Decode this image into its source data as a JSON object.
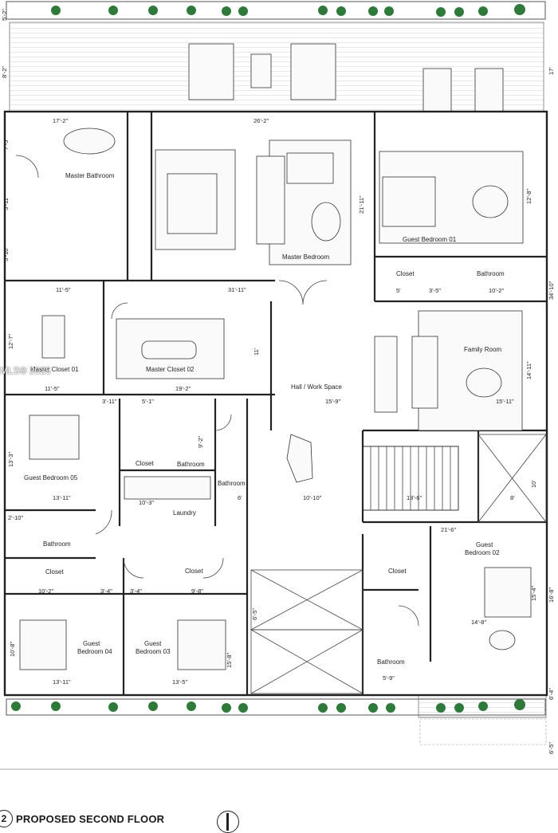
{
  "sheet": {
    "number": "2",
    "title": "PROPOSED SECOND FLOOR",
    "watermark": "MLS® 2025"
  },
  "rooms": {
    "master_bathroom": "Master Bathroom",
    "master_bedroom": "Master Bedroom",
    "guest_bedroom_01": "Guest Bedroom 01",
    "closet_gb01": "Closet",
    "bathroom_gb01": "Bathroom",
    "master_closet_01": "Master Closet 01",
    "master_closet_02": "Master Closet 02",
    "hall": "Hall / Work Space",
    "family_room": "Family Room",
    "guest_bedroom_05": "Guest Bedroom 05",
    "closet_gb05": "Closet",
    "bathroom_gb05": "Bathroom",
    "bathroom_mid": "Bathroom",
    "laundry": "Laundry",
    "bathroom_gb04": "Bathroom",
    "closet_gb04": "Closet",
    "closet_gb03": "Closet",
    "guest_bedroom_04_a": "Guest",
    "guest_bedroom_04_b": "Bedroom 04",
    "guest_bedroom_03_a": "Guest",
    "guest_bedroom_03_b": "Bedroom 03",
    "guest_bedroom_02_a": "Guest",
    "guest_bedroom_02_b": "Bedroom 02",
    "closet_gb02": "Closet",
    "bathroom_gb02": "Bathroom"
  },
  "dimensions": {
    "top_5_2": "5'-2\"",
    "top_8_2": "8'-2\"",
    "right_17": "17'",
    "mb_17_2": "17'-2\"",
    "mbr_26_2": "26'-2\"",
    "left_7_5": "7'-5\"",
    "left_5_11": "5'-11\"",
    "left_5_10": "5'-10\"",
    "gb01_21_11": "21'-11\"",
    "gb01_12_8": "12'-8\"",
    "right_34_10": "34'-10\"",
    "mc_11_5a": "11'-5\"",
    "mbr_31_11": "31'-11\"",
    "cl_5": "5'",
    "cl_3_5": "3'-5\"",
    "ba_10_2": "10'-2\"",
    "mc01_12_7": "12'-7\"",
    "mc02_11": "11'",
    "mc_11_5b": "11'-5\"",
    "mc02_19_2": "19'-2\"",
    "fr_14_11": "14'-11\"",
    "fr_15_11": "15'-11\"",
    "hall_15_9": "15'-9\"",
    "gb05_3_11": "3'-11\"",
    "gb05_5_1": "5'-1\"",
    "gb05_13_3": "13'-3\"",
    "gb05_13_11": "13'-11\"",
    "ba_9_2": "9'-2\"",
    "lau_10_3": "10'-3\"",
    "ba_6": "6'",
    "hall_10_10": "10'-10\"",
    "st_13_6": "13'-6\"",
    "st_10": "10'",
    "st_8": "8'",
    "gb02_21_6": "21'-6\"",
    "gb02_16_8": "16'-8\"",
    "gb02_14_8": "14'-8\"",
    "gb02_15_4": "15'-4\"",
    "gb04_10_2": "10'-2\"",
    "gb04_3_4": "3'-4\"",
    "gb03_3_4": "3'-4\"",
    "gb03_9_8": "9'-8\"",
    "gb04_10_8": "10'-8\"",
    "gb03_15_8": "15'-8\"",
    "gb04_13_11": "13'-11\"",
    "gb03_13_5": "13'-5\"",
    "ba02_5_9": "5'-9\"",
    "right_6_4": "6'-4\"",
    "right_6_5": "6'-5\"",
    "left_2_10": "2'-10\"",
    "mid_6_5": "6'-5\""
  }
}
